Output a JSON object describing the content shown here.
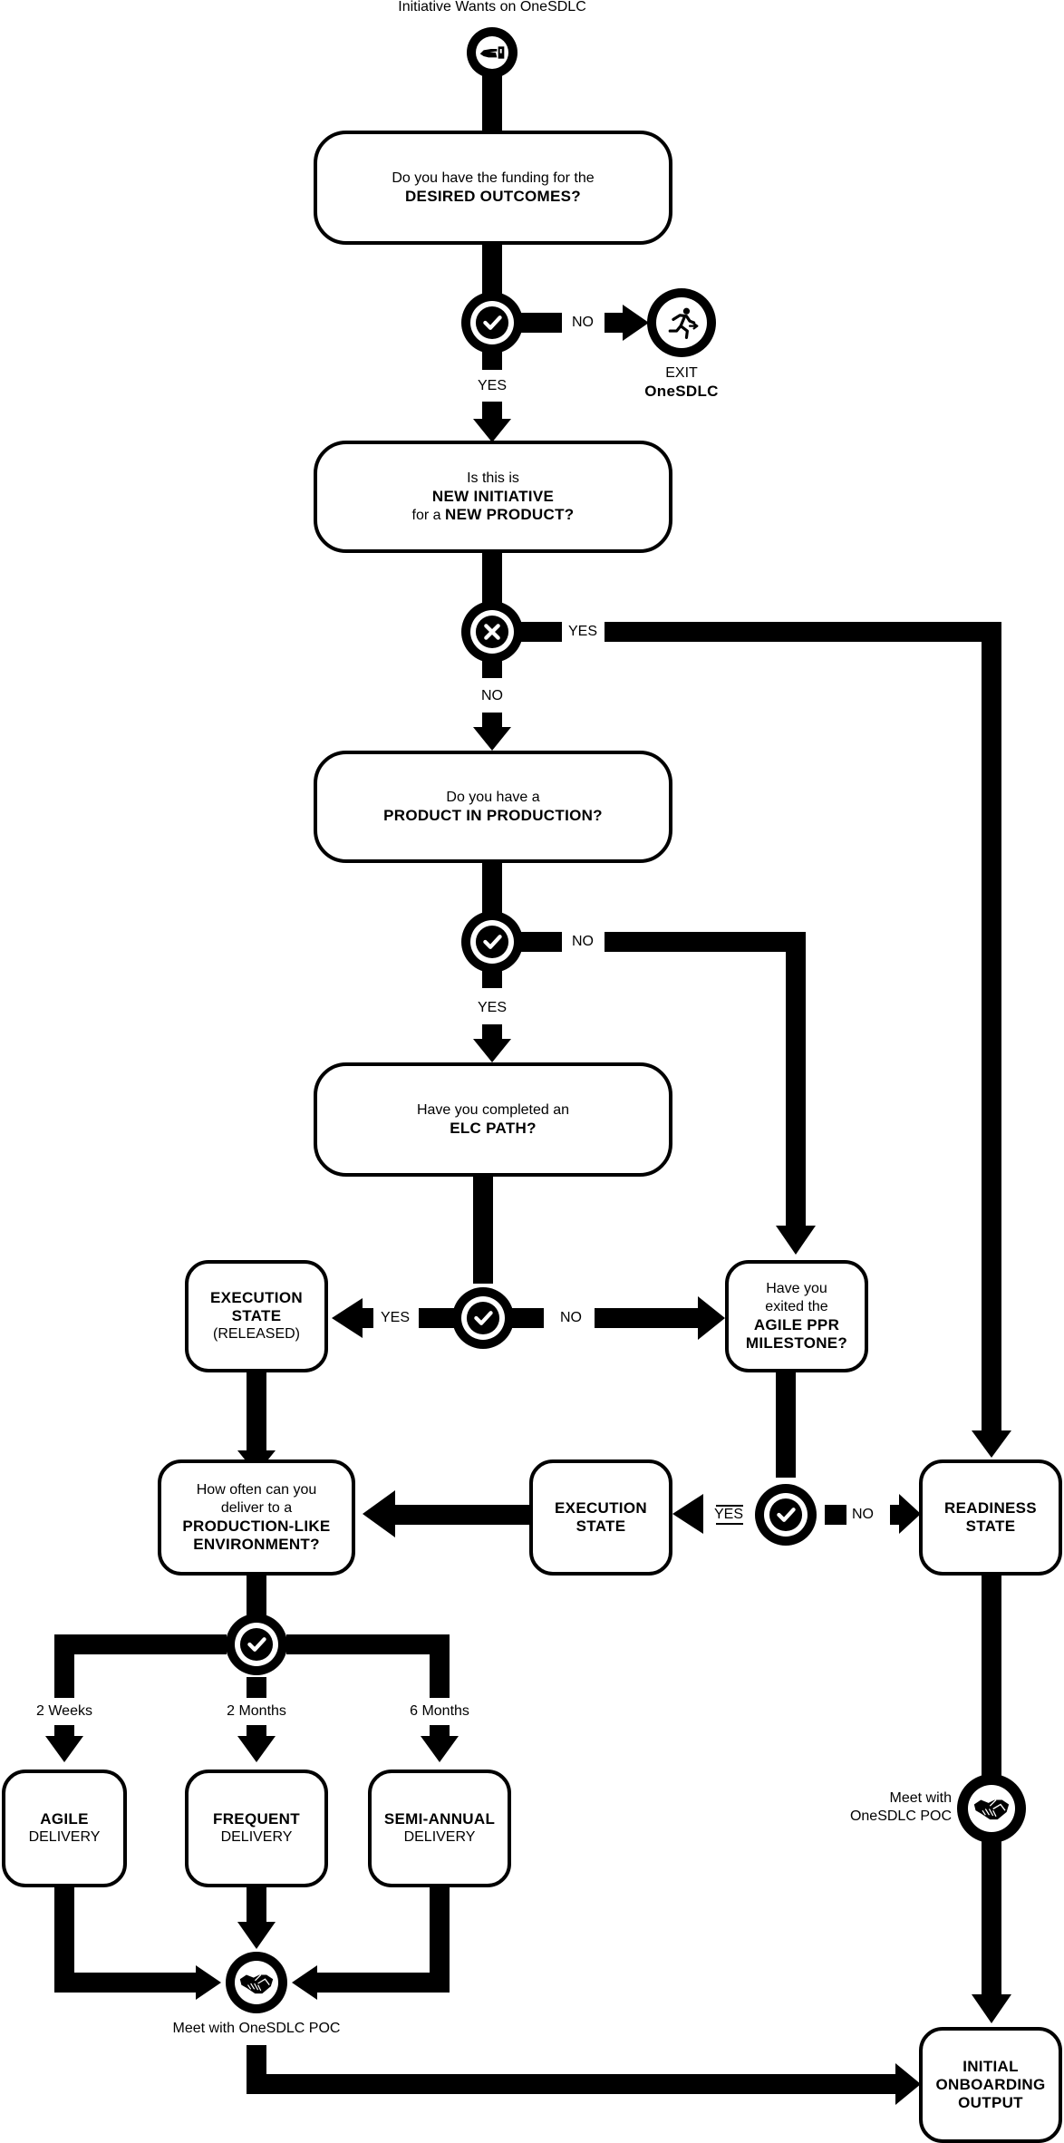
{
  "title": "Initiative Wants on OneSDLC",
  "colors": {
    "ink": "#000000",
    "paper": "#ffffff"
  },
  "nodes": {
    "start": {
      "label": "Initiative Wants on OneSDLC",
      "icon": "hand-offer-icon"
    },
    "q_funding": {
      "line1": "Do you have the funding for the",
      "line2": "DESIRED OUTCOMES?"
    },
    "d_funding": {
      "icon": "check-icon",
      "yes": "YES",
      "no": "NO"
    },
    "exit": {
      "line1": "EXIT",
      "line2": "OneSDLC",
      "icon": "running-exit-icon"
    },
    "q_new": {
      "line1": "Is this is",
      "line2": "NEW INITIATIVE",
      "line3a": "for a ",
      "line3b": "NEW PRODUCT?"
    },
    "d_new": {
      "icon": "x-icon",
      "yes": "YES",
      "no": "NO"
    },
    "q_prod": {
      "line1": "Do you have a",
      "line2": "PRODUCT IN PRODUCTION?"
    },
    "d_prod": {
      "icon": "check-icon",
      "yes": "YES",
      "no": "NO"
    },
    "q_elc": {
      "line1": "Have you completed an",
      "line2": "ELC PATH?"
    },
    "d_elc": {
      "icon": "check-icon",
      "yes": "YES",
      "no": "NO"
    },
    "exec_released": {
      "line1": "EXECUTION",
      "line2": "STATE",
      "line3": "(RELEASED)"
    },
    "q_agile": {
      "line1": "Have you",
      "line2": "exited the",
      "line3": "AGILE PPR",
      "line4": "MILESTONE?"
    },
    "d_agile": {
      "icon": "check-icon",
      "yes": "YES",
      "no": "NO"
    },
    "q_often": {
      "line1": "How often can you",
      "line2": "deliver to a",
      "line3": "PRODUCTION-LIKE",
      "line4": "ENVIRONMENT?"
    },
    "exec_state": {
      "line1": "EXECUTION",
      "line2": "STATE"
    },
    "readiness": {
      "line1": "READINESS",
      "line2": "STATE"
    },
    "d_often": {
      "icon": "check-icon",
      "options": [
        "2 Weeks",
        "2 Months",
        "6 Months"
      ]
    },
    "agile_delivery": {
      "line1": "AGILE",
      "line2": "DELIVERY"
    },
    "frequent_delivery": {
      "line1": "FREQUENT",
      "line2": "DELIVERY"
    },
    "semi_annual_delivery": {
      "line1": "SEMI-ANNUAL",
      "line2": "DELIVERY"
    },
    "meet_left": {
      "label": "Meet with OneSDLC POC",
      "icon": "handshake-icon"
    },
    "meet_right": {
      "line1": "Meet with",
      "line2": "OneSDLC POC",
      "icon": "handshake-icon"
    },
    "onboarding": {
      "line1": "INITIAL",
      "line2": "ONBOARDING",
      "line3": "OUTPUT"
    }
  }
}
